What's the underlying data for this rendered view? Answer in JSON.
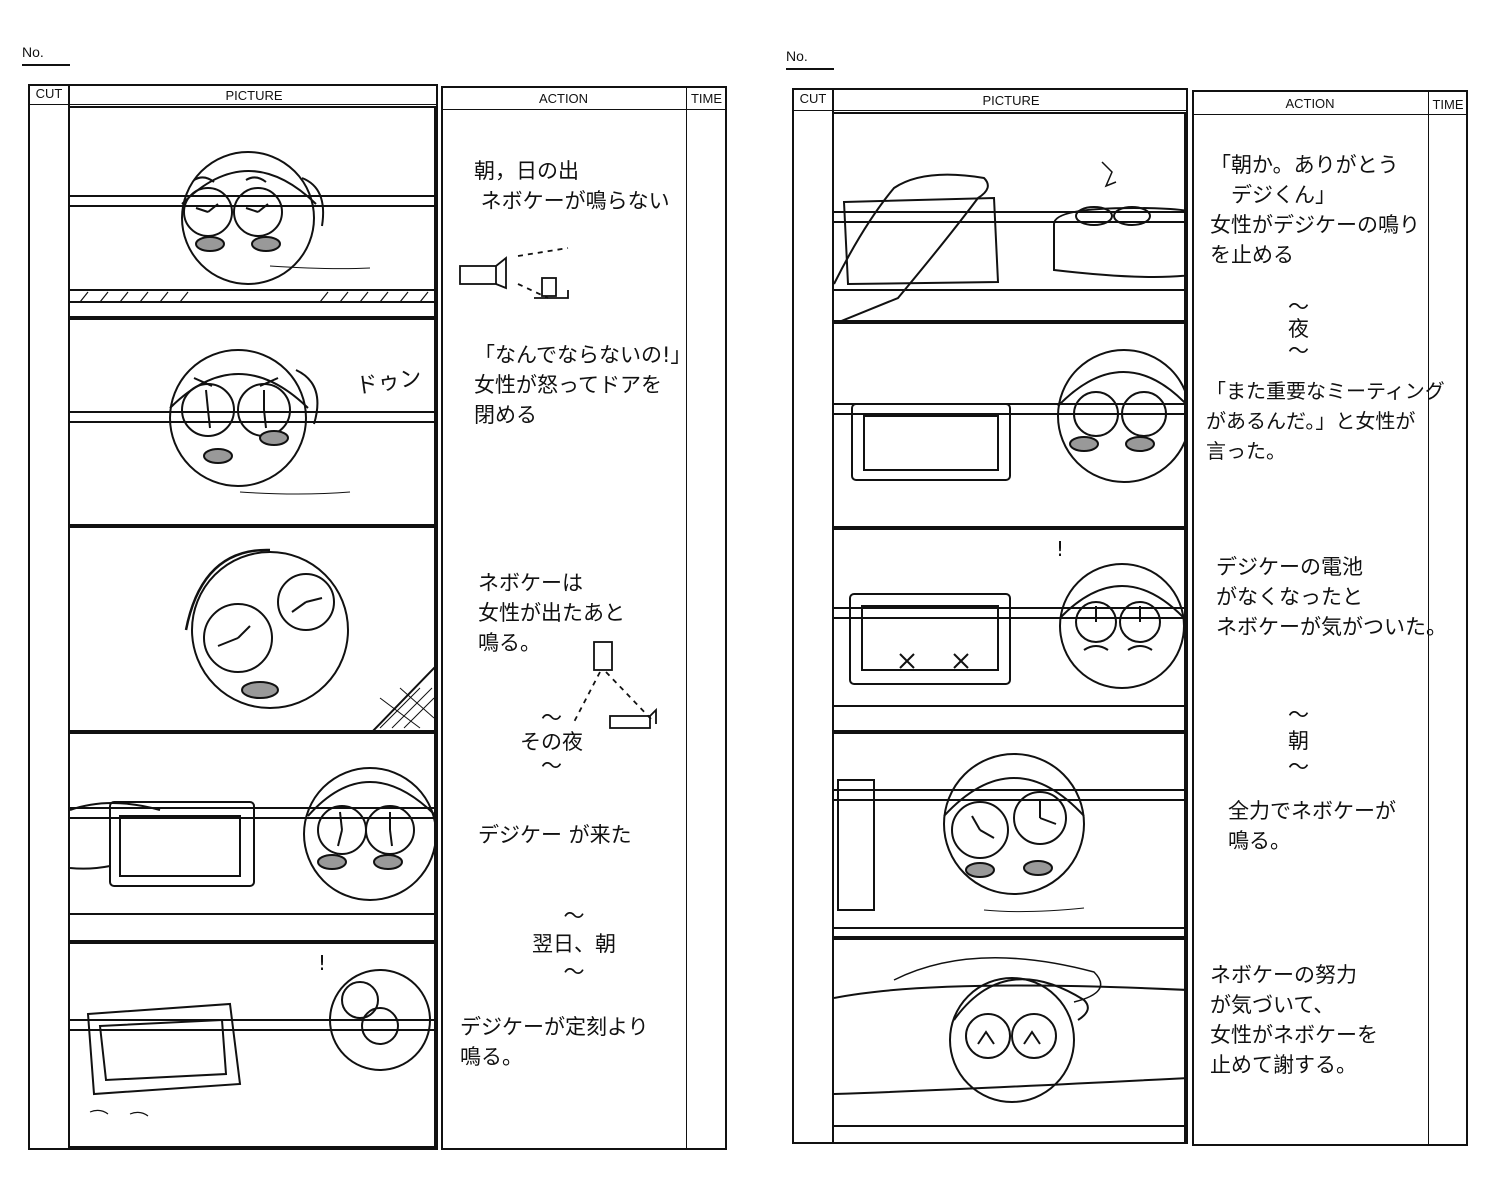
{
  "headers": {
    "no": "No.",
    "cut": "CUT",
    "picture": "PICTURE",
    "action": "ACTION",
    "time": "TIME"
  },
  "left_page": {
    "notes": [
      "朝，日の出\n ネボケーが鳴らない",
      "「なんでならないの!」\n女性が怒ってドアを\n閉める",
      "ネボケーは\n女性が出たあと\n鳴る。",
      "〜\nその夜\n〜",
      "デジケー が来た",
      "〜\n翌日、朝\n〜",
      "デジケーが定刻より\n鳴る。"
    ]
  },
  "right_page": {
    "notes": [
      "「朝か。ありがとう\n　デジくん」\n女性がデジケーの鳴り\nを止める",
      "〜\n夜\n〜",
      "「また重要なミーティング\nがあるんだ。」と女性が\n言った。",
      "デジケーの電池\nがなくなったと\nネボケーが気がついた。",
      "〜\n朝\n〜",
      "全力でネボケーが\n鳴る。",
      "ネボケーの努力\nが気づいて、\n女性がネボケーを\n止めて謝する。"
    ]
  },
  "panel_sfx": {
    "left_2": "ドゥン",
    "left_5": "!",
    "right_3": "!"
  }
}
